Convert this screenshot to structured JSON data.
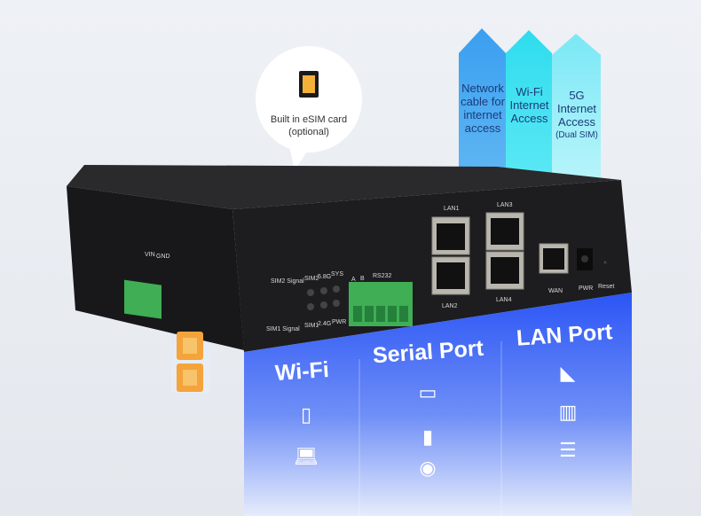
{
  "bubble": {
    "line1": "Built in eSIM card",
    "line2": "(optional)",
    "icon": "esim-chip-icon"
  },
  "arrows": [
    {
      "label": "Network cable for internet access",
      "color": "#3a9ff0"
    },
    {
      "label": "Wi-Fi Internet Access",
      "color": "#38e2f2"
    },
    {
      "label": "5G Internet Access",
      "sub": "(Dual SIM)",
      "color": "#90eef8"
    }
  ],
  "device": {
    "ports": {
      "lan1": "LAN1",
      "lan2": "LAN2",
      "lan3": "LAN3",
      "lan4": "LAN4",
      "wan": "WAN",
      "pwr": "PWR",
      "reset": "Reset",
      "rs232": "RS232",
      "a": "A",
      "b": "B",
      "vin": "VIN",
      "gnd": "GND"
    },
    "leds": {
      "sim2_signal": "SIM2 Signal",
      "sim1_signal": "SIM1 Signal",
      "sim2": "SIM2",
      "g58": "5.8G",
      "sys": "SYS",
      "sim1": "SIM1",
      "g24": "2.4G",
      "pwr": "PWR"
    }
  },
  "features": [
    {
      "title": "Wi-Fi",
      "icons": [
        "smartphone-icon",
        "laptop-icon"
      ]
    },
    {
      "title": "Serial Port",
      "icons": [
        "serial-device-icon",
        "sensor-icon",
        "controller-icon"
      ]
    },
    {
      "title": "LAN Port",
      "icons": [
        "camera-icon",
        "server-rack-icon",
        "nas-icon"
      ]
    }
  ],
  "colors": {
    "panel_top": "#2b55f5",
    "panel_bottom": "#dfe8ff",
    "device": "#1b1b1d",
    "terminal": "#3fae55"
  }
}
